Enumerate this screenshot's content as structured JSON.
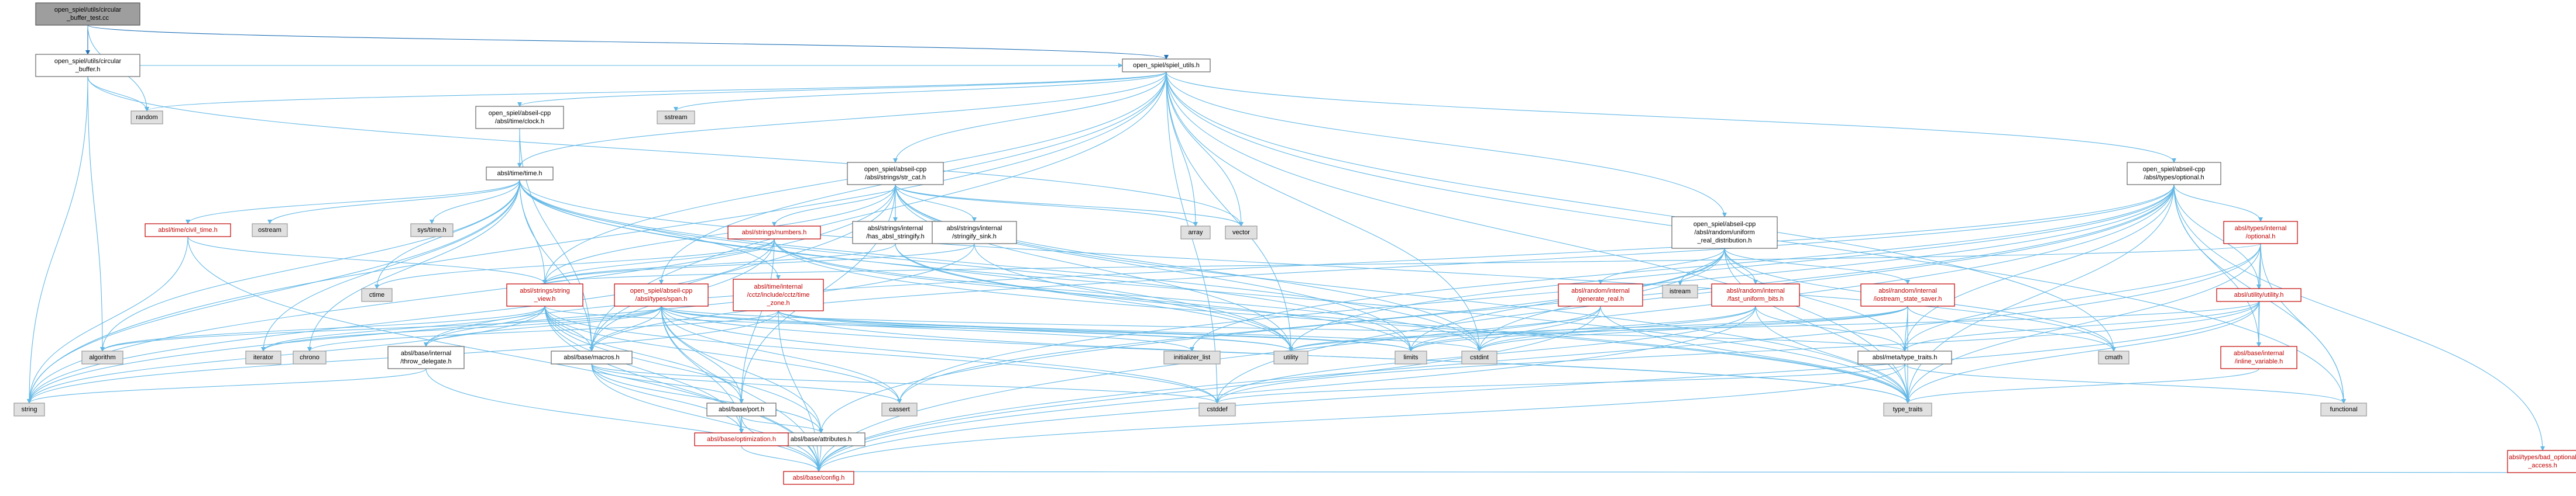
{
  "nodes": [
    {
      "id": "root",
      "lines": [
        "open_spiel/utils/circular",
        "_buffer_test.cc"
      ],
      "style": "root"
    },
    {
      "id": "cb",
      "lines": [
        "open_spiel/utils/circular",
        "_buffer.h"
      ],
      "style": "white"
    },
    {
      "id": "su",
      "lines": [
        "open_spiel/spiel_utils.h"
      ],
      "style": "white"
    },
    {
      "id": "random",
      "lines": [
        "random"
      ],
      "style": "ext"
    },
    {
      "id": "sstream",
      "lines": [
        "sstream"
      ],
      "style": "ext"
    },
    {
      "id": "clock",
      "lines": [
        "open_spiel/abseil-cpp",
        "/absl/time/clock.h"
      ],
      "style": "white"
    },
    {
      "id": "strcat",
      "lines": [
        "open_spiel/abseil-cpp",
        "/absl/strings/str_cat.h"
      ],
      "style": "white"
    },
    {
      "id": "optional",
      "lines": [
        "open_spiel/abseil-cpp",
        "/absl/types/optional.h"
      ],
      "style": "white"
    },
    {
      "id": "time",
      "lines": [
        "absl/time/time.h"
      ],
      "style": "white"
    },
    {
      "id": "uniform",
      "lines": [
        "open_spiel/abseil-cpp",
        "/absl/random/uniform",
        "_real_distribution.h"
      ],
      "style": "white"
    },
    {
      "id": "civil",
      "lines": [
        "absl/time/civil_time.h"
      ],
      "style": "red"
    },
    {
      "id": "ostream",
      "lines": [
        "ostream"
      ],
      "style": "ext"
    },
    {
      "id": "systime",
      "lines": [
        "sys/time.h"
      ],
      "style": "ext"
    },
    {
      "id": "numbers",
      "lines": [
        "absl/strings/numbers.h"
      ],
      "style": "red"
    },
    {
      "id": "hasabsl",
      "lines": [
        "absl/strings/internal",
        "/has_absl_stringify.h"
      ],
      "style": "white"
    },
    {
      "id": "stringify",
      "lines": [
        "absl/strings/internal",
        "/stringify_sink.h"
      ],
      "style": "white"
    },
    {
      "id": "array",
      "lines": [
        "array"
      ],
      "style": "ext"
    },
    {
      "id": "vector",
      "lines": [
        "vector"
      ],
      "style": "ext"
    },
    {
      "id": "ioptional",
      "lines": [
        "absl/types/internal",
        "/optional.h"
      ],
      "style": "red"
    },
    {
      "id": "istream",
      "lines": [
        "istream"
      ],
      "style": "ext"
    },
    {
      "id": "ctime",
      "lines": [
        "ctime"
      ],
      "style": "ext"
    },
    {
      "id": "strview",
      "lines": [
        "absl/strings/string",
        "_view.h"
      ],
      "style": "red"
    },
    {
      "id": "span",
      "lines": [
        "open_spiel/abseil-cpp",
        "/absl/types/span.h"
      ],
      "style": "red"
    },
    {
      "id": "cctz",
      "lines": [
        "absl/time/internal",
        "/cctz/include/cctz/time",
        "_zone.h"
      ],
      "style": "red"
    },
    {
      "id": "genreal",
      "lines": [
        "absl/random/internal",
        "/generate_real.h"
      ],
      "style": "red"
    },
    {
      "id": "fastuni",
      "lines": [
        "absl/random/internal",
        "/fast_uniform_bits.h"
      ],
      "style": "red"
    },
    {
      "id": "iostate",
      "lines": [
        "absl/random/internal",
        "/iostream_state_saver.h"
      ],
      "style": "red"
    },
    {
      "id": "utility_h",
      "lines": [
        "absl/utility/utility.h"
      ],
      "style": "red"
    },
    {
      "id": "algorithm",
      "lines": [
        "algorithm"
      ],
      "style": "ext"
    },
    {
      "id": "iterator",
      "lines": [
        "iterator"
      ],
      "style": "ext"
    },
    {
      "id": "chrono",
      "lines": [
        "chrono"
      ],
      "style": "ext"
    },
    {
      "id": "throw",
      "lines": [
        "absl/base/internal",
        "/throw_delegate.h"
      ],
      "style": "white"
    },
    {
      "id": "macros",
      "lines": [
        "absl/base/macros.h"
      ],
      "style": "white"
    },
    {
      "id": "initlist",
      "lines": [
        "initializer_list"
      ],
      "style": "ext"
    },
    {
      "id": "utility",
      "lines": [
        "utility"
      ],
      "style": "ext"
    },
    {
      "id": "limits",
      "lines": [
        "limits"
      ],
      "style": "ext"
    },
    {
      "id": "cstdint",
      "lines": [
        "cstdint"
      ],
      "style": "ext"
    },
    {
      "id": "typetraits_h",
      "lines": [
        "absl/meta/type_traits.h"
      ],
      "style": "white"
    },
    {
      "id": "cmath",
      "lines": [
        "cmath"
      ],
      "style": "ext"
    },
    {
      "id": "inlinevar",
      "lines": [
        "absl/base/internal",
        "/inline_variable.h"
      ],
      "style": "red"
    },
    {
      "id": "string",
      "lines": [
        "string"
      ],
      "style": "ext"
    },
    {
      "id": "cassert",
      "lines": [
        "cassert"
      ],
      "style": "ext"
    },
    {
      "id": "cstddef",
      "lines": [
        "cstddef"
      ],
      "style": "ext"
    },
    {
      "id": "type_traits",
      "lines": [
        "type_traits"
      ],
      "style": "ext"
    },
    {
      "id": "functional",
      "lines": [
        "functional"
      ],
      "style": "ext"
    },
    {
      "id": "port",
      "lines": [
        "absl/base/port.h"
      ],
      "style": "white"
    },
    {
      "id": "attributes",
      "lines": [
        "absl/base/attributes.h"
      ],
      "style": "white"
    },
    {
      "id": "optimization",
      "lines": [
        "absl/base/optimization.h"
      ],
      "style": "red"
    },
    {
      "id": "badopt",
      "lines": [
        "absl/types/bad_optional",
        "_access.h"
      ],
      "style": "red"
    },
    {
      "id": "config",
      "lines": [
        "absl/base/config.h"
      ],
      "style": "red"
    }
  ]
}
